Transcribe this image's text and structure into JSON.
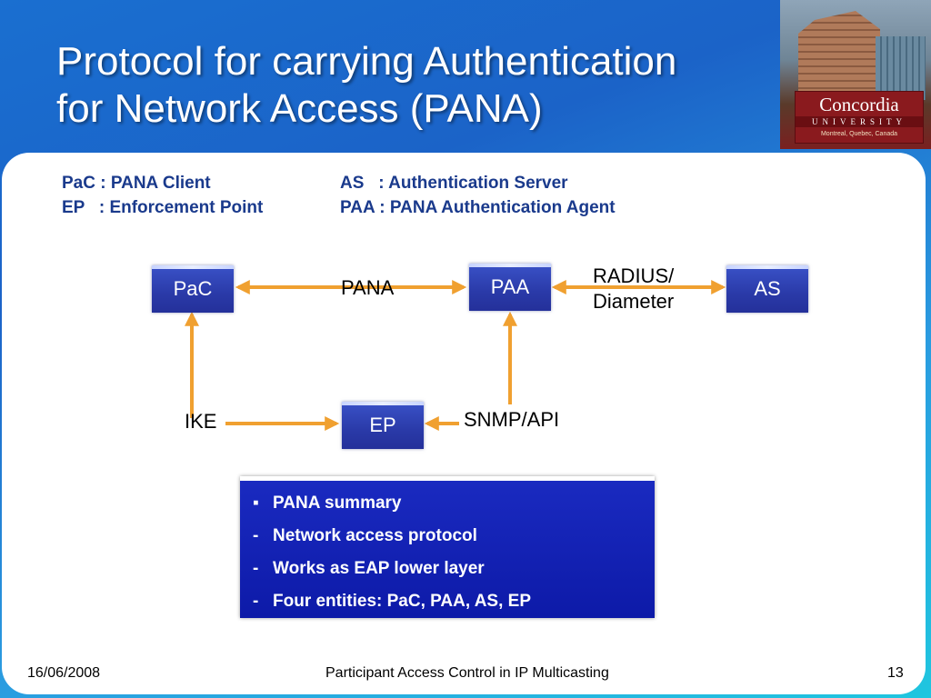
{
  "slide": {
    "title_line1": "Protocol for carrying Authentication",
    "title_line2": "for Network Access (PANA)"
  },
  "logo": {
    "name": "Concordia",
    "subtitle": "UNIVERSITY",
    "location": "Montreal, Quebec, Canada"
  },
  "legend": {
    "pac": "PaC : PANA Client",
    "ep": "EP   : Enforcement Point",
    "as": "AS   : Authentication Server",
    "paa": "PAA : PANA Authentication Agent"
  },
  "diagram": {
    "nodes": {
      "pac": "PaC",
      "paa": "PAA",
      "as": "AS",
      "ep": "EP"
    },
    "edges": {
      "pana": "PANA",
      "radius_line1": "RADIUS/",
      "radius_line2": "Diameter",
      "ike": "IKE",
      "snmp": "SNMP/API"
    },
    "arrow_color": "#f0a030"
  },
  "summary": {
    "heading_marker": "▪",
    "heading": "PANA summary",
    "item_marker": "-",
    "items": [
      "Network access protocol",
      "Works as EAP lower layer",
      "Four entities: PaC, PAA, AS, EP"
    ]
  },
  "footer": {
    "date": "16/06/2008",
    "title": "Participant Access Control in IP Multicasting",
    "page_number": "13"
  }
}
